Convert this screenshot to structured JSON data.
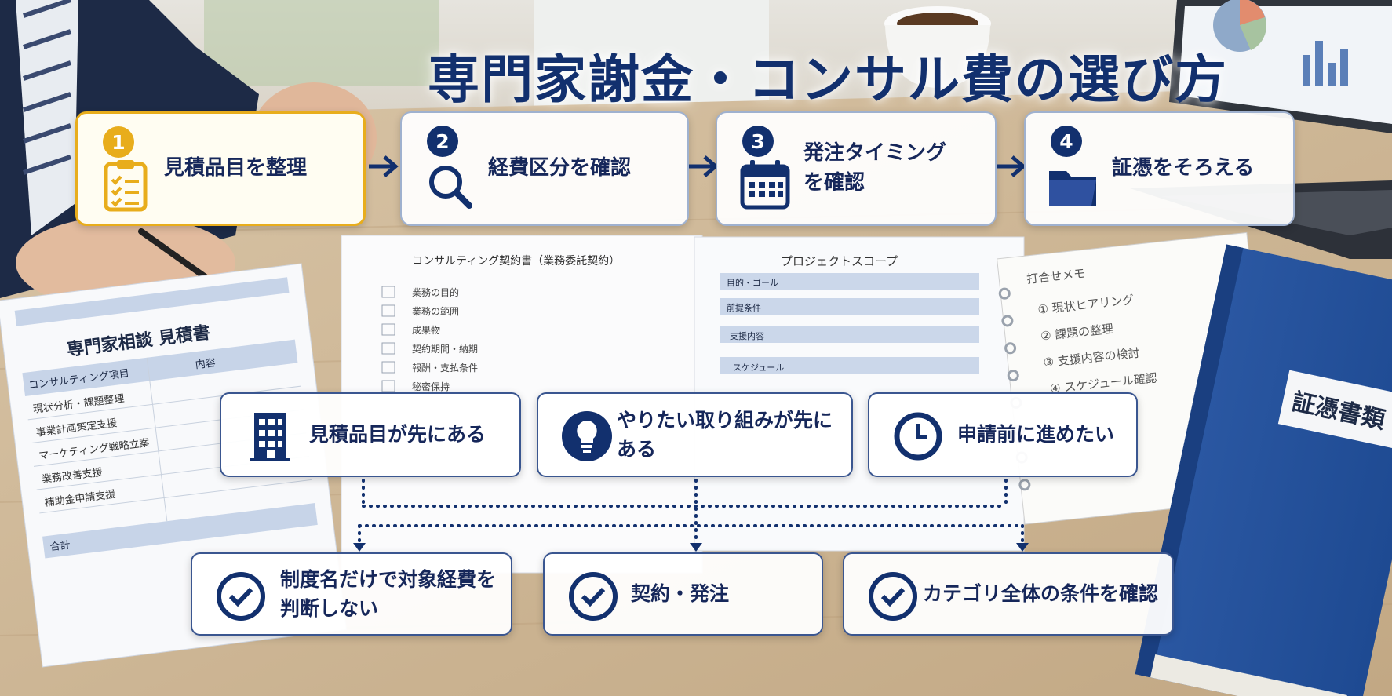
{
  "title": "専門家謝金・コンサル費の選び方",
  "steps": [
    {
      "num": "1",
      "label": "見積品目を整理",
      "icon": "clipboard-checklist-icon"
    },
    {
      "num": "2",
      "label": "経費区分を確認",
      "icon": "magnifier-icon"
    },
    {
      "num": "3",
      "label": "発注タイミングを確認",
      "icon": "calendar-icon"
    },
    {
      "num": "4",
      "label": "証憑をそろえる",
      "icon": "folder-icon"
    }
  ],
  "situations": [
    {
      "label": "見積品目が先にある",
      "icon": "building-icon"
    },
    {
      "label": "やりたい取り組みが先にある",
      "icon": "lightbulb-icon"
    },
    {
      "label": "申請前に進めたい",
      "icon": "clock-icon"
    }
  ],
  "outcomes": [
    {
      "label": "制度名だけで対象経費を判断しない",
      "icon": "check-circle-icon"
    },
    {
      "label": "契約・発注",
      "icon": "check-circle-icon"
    },
    {
      "label": "カテゴリ全体の条件を確認",
      "icon": "check-circle-icon"
    }
  ],
  "background": {
    "estimate_doc": {
      "title": "専門家相談 見積書",
      "col_item": "コンサルティング項目",
      "col_content": "内容",
      "rows": [
        "現状分析・課題整理",
        "事業計画策定支援",
        "マーケティング戦略立案",
        "業務改善支援",
        "補助金申請支援"
      ],
      "total": "合計"
    },
    "contract_doc": {
      "title": "コンサルティング契約書（業務委託契約）",
      "items": [
        "業務の目的",
        "業務の範囲",
        "成果物",
        "契約期間・納期",
        "報酬・支払条件",
        "秘密保持"
      ]
    },
    "scope_doc": {
      "title": "プロジェクトスコープ",
      "rows": [
        "目的・ゴール",
        "前提条件",
        "支援内容",
        "スケジュール"
      ]
    },
    "memo_doc": {
      "title": "打合せメモ",
      "items": [
        "① 現状ヒアリング",
        "② 課題の整理",
        "③ 支援内容の検討",
        "④ スケジュール確認"
      ]
    },
    "binder_label": "証憑書類"
  },
  "colors": {
    "navy": "#12306e",
    "accent": "#e8ad1c",
    "desk": "#cdb89a"
  }
}
